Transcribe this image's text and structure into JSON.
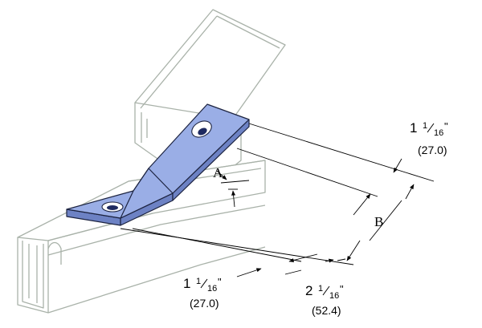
{
  "labels": {
    "angle": "A",
    "length": "B"
  },
  "dimensions": {
    "width_top": {
      "whole": "1",
      "num": "1",
      "den": "16",
      "unit": "\"",
      "mm": "(27.0)"
    },
    "width_bottom": {
      "whole": "1",
      "num": "1",
      "den": "16",
      "unit": "\"",
      "mm": "(27.0)"
    },
    "hole_offset": {
      "whole": "2",
      "num": "1",
      "den": "16",
      "unit": "\"",
      "mm": "(52.4)"
    }
  },
  "colors": {
    "plate": "#9aaee6",
    "plate_edge": "#6d82c4",
    "channel_line": "#a9b2a9"
  }
}
